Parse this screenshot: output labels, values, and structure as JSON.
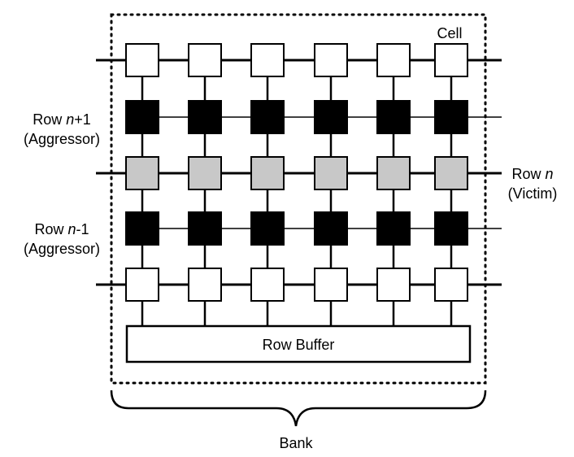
{
  "labels": {
    "cell": "Cell",
    "row_n_plus_1": {
      "prefix": "Row ",
      "var": "n",
      "suffix": "+1",
      "role": "(Aggressor)"
    },
    "row_n": {
      "prefix": "Row ",
      "var": "n",
      "suffix": "",
      "role": "(Victim)"
    },
    "row_n_minus_1": {
      "prefix": "Row ",
      "var": "n",
      "suffix": "-1",
      "role": "(Aggressor)"
    },
    "row_buffer": "Row Buffer",
    "bank": "Bank"
  },
  "grid": {
    "columns": 6,
    "rows": [
      {
        "name": "normal-row-top",
        "fill": "#ffffff"
      },
      {
        "name": "aggressor-row-n-plus-1",
        "fill": "#000000"
      },
      {
        "name": "victim-row-n",
        "fill": "#c8c8c8"
      },
      {
        "name": "aggressor-row-n-minus-1",
        "fill": "#000000"
      },
      {
        "name": "normal-row-bottom",
        "fill": "#ffffff"
      }
    ]
  },
  "colors": {
    "normal_cell": "#ffffff",
    "aggressor_cell": "#000000",
    "victim_cell": "#c8c8c8",
    "line": "#000000"
  }
}
